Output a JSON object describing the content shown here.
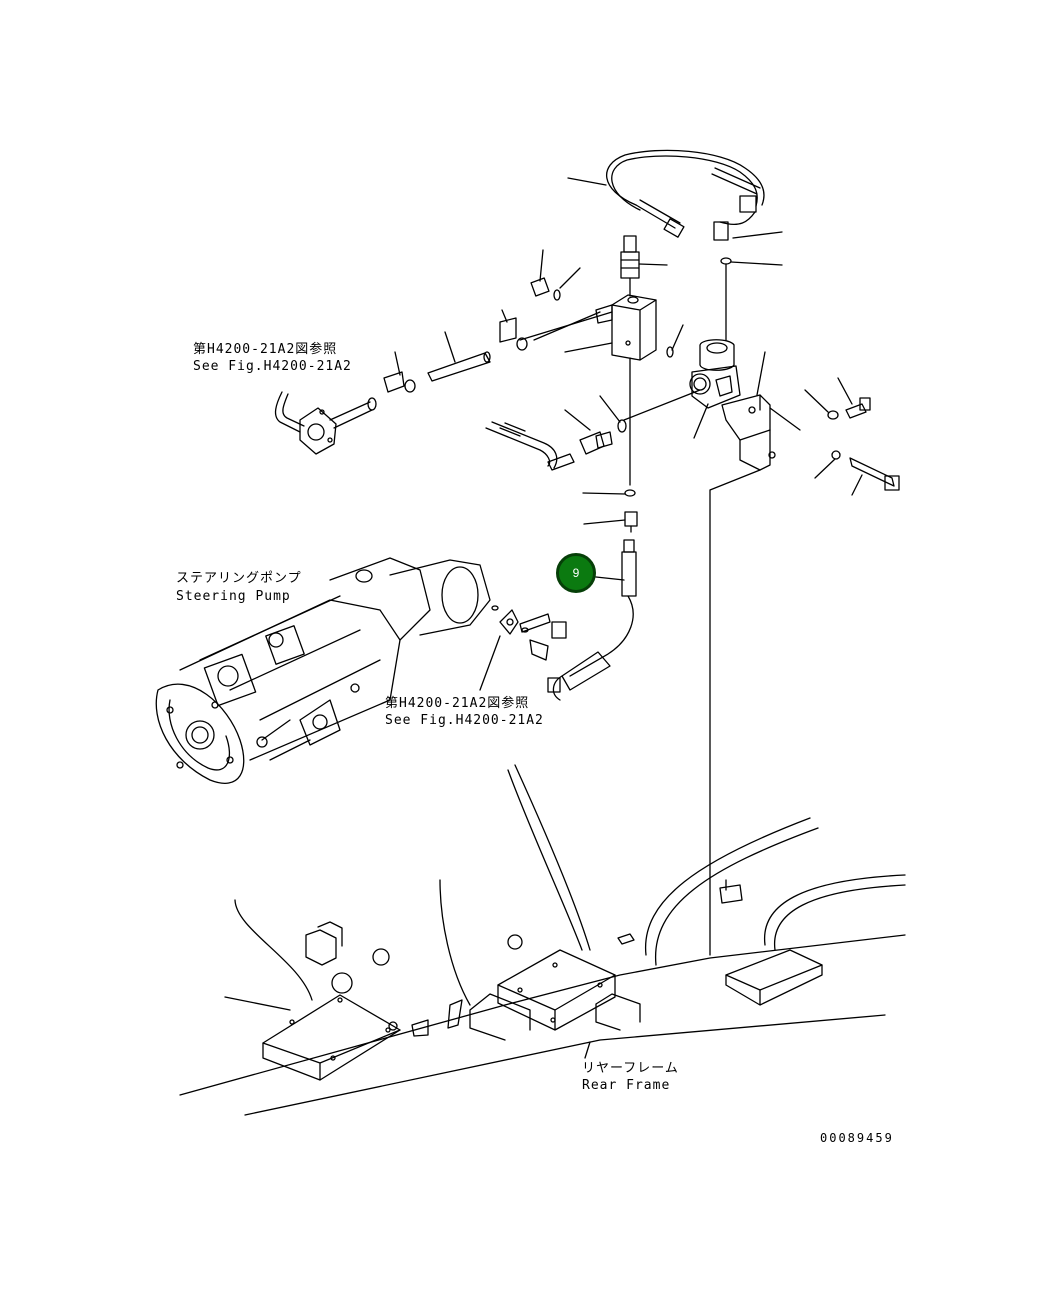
{
  "references": {
    "top": {
      "jp": "第H4200-21A2図参照",
      "en": "See Fig.H4200-21A2"
    },
    "middle": {
      "jp": "第H4200-21A2図参照",
      "en": "See Fig.H4200-21A2"
    }
  },
  "steering_pump": {
    "jp": "ステアリングポンプ",
    "en": "Steering Pump"
  },
  "rear_frame": {
    "jp": "リヤーフレーム",
    "en": "Rear Frame"
  },
  "callout": {
    "number": "9",
    "fill_color": "#0b7a10"
  },
  "drawing_number": "00089459"
}
